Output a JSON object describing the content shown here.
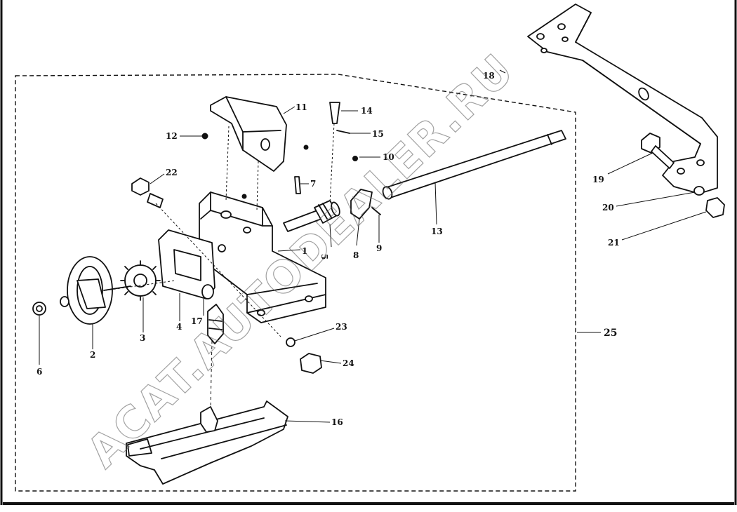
{
  "labels": {
    "p1": "1",
    "p2": "2",
    "p3": "3",
    "p4": "4",
    "p5": "5",
    "p6": "6",
    "p7": "7",
    "p8": "8",
    "p9": "9",
    "p10": "10",
    "p11": "11",
    "p12": "12",
    "p13": "13",
    "p14": "14",
    "p15": "15",
    "p16": "16",
    "p17": "17",
    "p18": "18",
    "p19": "19",
    "p20": "20",
    "p21": "21",
    "p22": "22",
    "p23": "23",
    "p24": "24",
    "p25": "25"
  },
  "watermark": "ACAT.AUTODEALER.RU"
}
